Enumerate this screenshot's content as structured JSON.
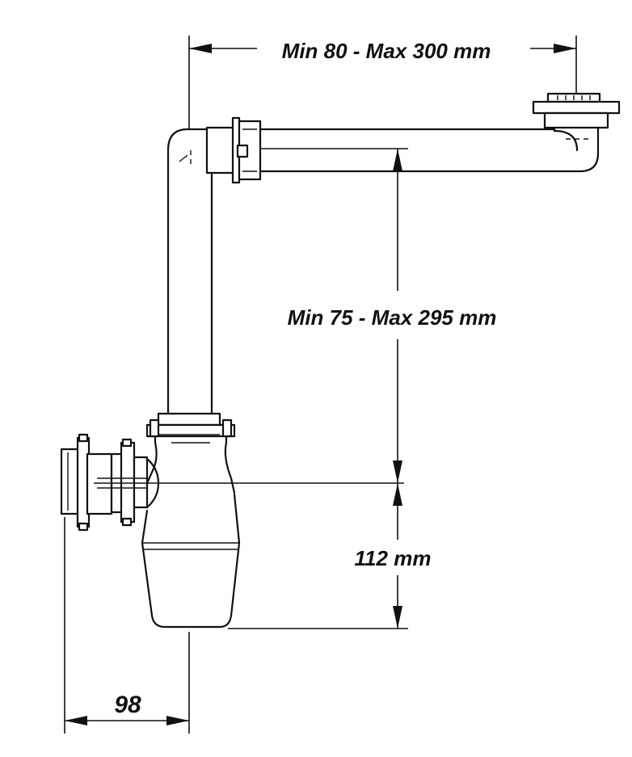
{
  "dimensions": {
    "horizontal_offset": "Min 80 - Max 300 mm",
    "vertical_height": "Min 75 - Max 295 mm",
    "trap_depth": "112 mm",
    "outlet_projection": "98"
  },
  "colors": {
    "line": "#111111",
    "background": "#ffffff"
  }
}
